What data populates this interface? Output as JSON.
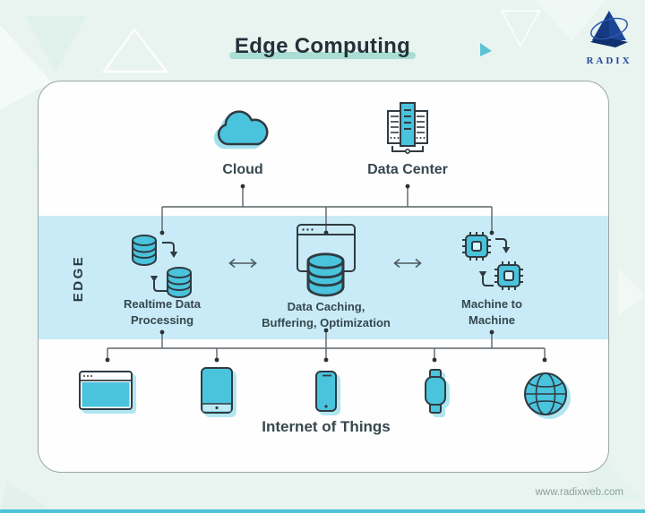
{
  "page": {
    "title": "Edge Computing",
    "website": "www.radixweb.com"
  },
  "brand": {
    "name": "RADIX"
  },
  "colors": {
    "background": "#e9f4f0",
    "edge_band": "#c9ebf7",
    "icon_fill": "#4ac3dd",
    "icon_outline": "#2f3b41",
    "title_text": "#22313a",
    "title_underline": "#9fd8cf",
    "logo_blue": "#23479c",
    "connector_line": "#5b6468",
    "bottom_bar": "#4cc3d7"
  },
  "diagram": {
    "cloud_label": "Cloud",
    "data_center_label": "Data Center",
    "cloud_icon": "cloud-icon",
    "data_center_icon": "data-center-icon",
    "edge_label": "EDGE",
    "edge_nodes": [
      {
        "icon": "database-sync-icon",
        "label_lines": [
          "Realtime Data",
          "Processing"
        ]
      },
      {
        "icon": "cache-server-icon",
        "label_lines": [
          "Data Caching,",
          "Buffering, Optimization"
        ]
      },
      {
        "icon": "chip-sync-icon",
        "label_lines": [
          "Machine to",
          "Machine"
        ]
      }
    ],
    "iot_label": "Internet of Things",
    "devices": [
      "browser-window",
      "tablet",
      "smartphone",
      "smartwatch",
      "globe"
    ]
  }
}
